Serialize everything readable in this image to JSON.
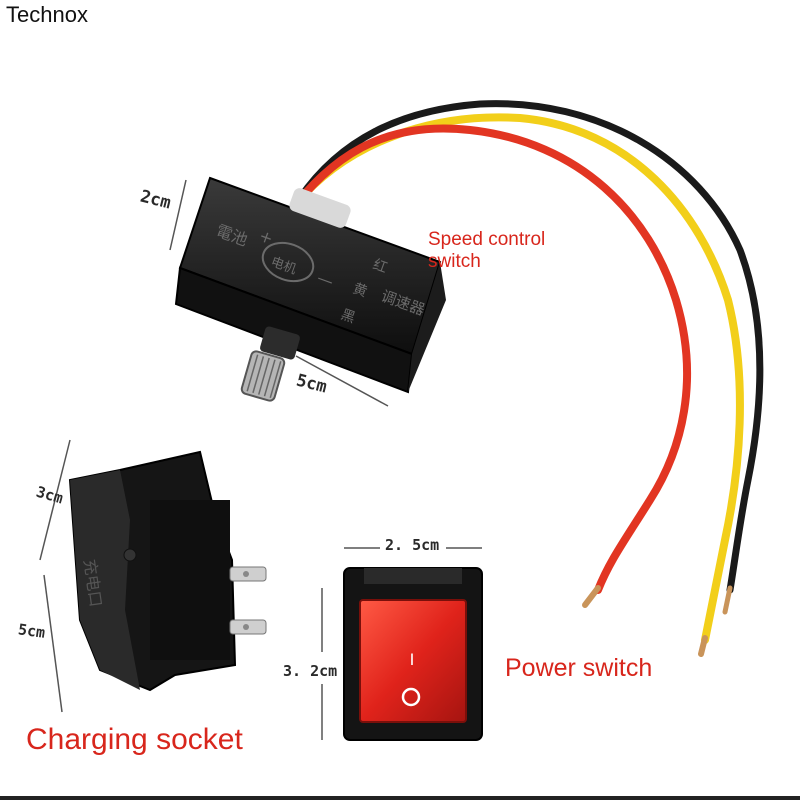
{
  "brand": "Technox",
  "labels": {
    "speed_control": "Speed control switch",
    "power_switch": "Power switch",
    "charging_socket": "Charging socket"
  },
  "dimensions": {
    "speed_width": "2cm",
    "speed_length": "5cm",
    "socket_width": "3cm",
    "socket_length": "5cm",
    "switch_width": "2. 5cm",
    "switch_height": "3. 2cm"
  },
  "controller_markings": {
    "left_panel": "電池",
    "center": "电机",
    "plus": "+",
    "minus": "—",
    "right_panel": "调速器",
    "side_a": "红",
    "side_b": "黄",
    "side_c": "黑"
  },
  "power_switch_symbols": {
    "on": "I",
    "off": "O"
  },
  "socket_marking": "充电口",
  "colors": {
    "label_red": "#d8261c",
    "wire_red": "#e23522",
    "wire_yellow": "#f2cf1a",
    "wire_black": "#1a1a1a",
    "rocker_red": "#e0231b"
  }
}
